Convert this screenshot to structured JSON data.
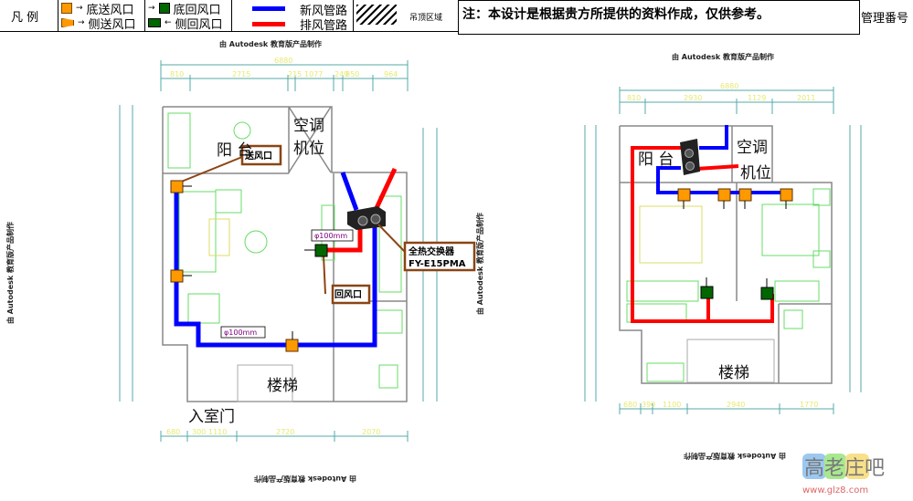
{
  "legend": {
    "title": "凡 例",
    "items": [
      {
        "label": "底送风口",
        "icon": "bottom-supply-vent-icon",
        "color": "#ff9900"
      },
      {
        "label": "侧送风口",
        "icon": "side-supply-vent-icon",
        "color": "#ff9900"
      },
      {
        "label": "底回风口",
        "icon": "bottom-return-vent-icon",
        "color": "#006600"
      },
      {
        "label": "侧回风口",
        "icon": "side-return-vent-icon",
        "color": "#006600"
      },
      {
        "label": "新风管路",
        "color": "#0000ff"
      },
      {
        "label": "排风管路",
        "color": "#ff0000"
      },
      {
        "label": "吊顶区域",
        "icon": "hatch-pattern-icon"
      }
    ]
  },
  "note": "注：本设计是根据贵方所提供的资料作成，仅供参考。",
  "management_no_label": "管理番号",
  "watermark": "由 Autodesk 教育版产品制作",
  "left_plan": {
    "rooms": {
      "balcony": "阳 台",
      "ac": [
        "空调",
        "机位"
      ],
      "stairs": "楼梯",
      "entrance": "入室门"
    },
    "labels": {
      "supply_vent": "送风口",
      "return_vent": "回风口",
      "exchanger": [
        "全热交换器",
        "FY-E15PMA"
      ],
      "duct_dia_1": "φ100mm",
      "duct_dia_2": "φ100mm"
    },
    "dims_top": {
      "total": "6880",
      "parts": [
        "810",
        "2715",
        "215",
        "1077",
        "249",
        "850",
        "964"
      ]
    },
    "dims_bottom": [
      "680",
      "300",
      "1110",
      "2720",
      "2070"
    ]
  },
  "right_plan": {
    "rooms": {
      "balcony": "阳 台",
      "ac": [
        "空调",
        "机位"
      ],
      "stairs": "楼梯"
    },
    "dims_top": {
      "total": "6880",
      "parts": [
        "810",
        "2930",
        "1129",
        "2011"
      ]
    },
    "dims_bottom": [
      "680",
      "390",
      "1100",
      "2940",
      "1770"
    ]
  },
  "logo": {
    "text": "高老庄吧",
    "url_text": "www.glz8.com"
  },
  "colors": {
    "supply_duct": "#0000ff",
    "exhaust_duct": "#ff0000",
    "supply_vent": "#ff9900",
    "return_vent": "#006600",
    "label_border": "#8b4513",
    "furniture": "#66dd66"
  }
}
